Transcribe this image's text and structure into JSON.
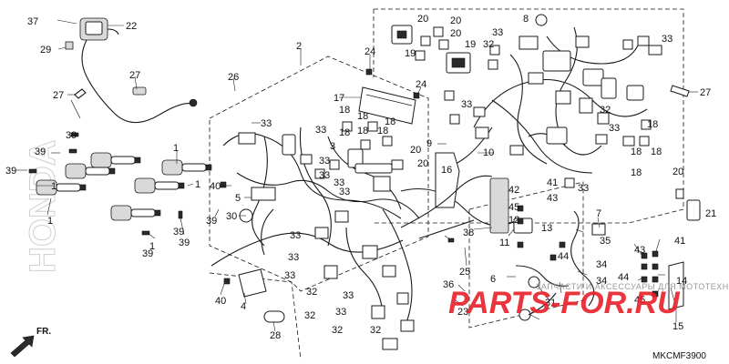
{
  "diagram": {
    "code": "MKCMF3900",
    "direction_label": "FR.",
    "watermark_brand": "HONDA",
    "watermark_site": "PARTS-FOR.RU",
    "watermark_tagline": "ЗАПЧАСТИ И АКСЕССУАРЫ ДЛЯ МОТОТЕХНИКИ"
  },
  "callouts": [
    "37",
    "22",
    "29",
    "2",
    "27",
    "27",
    "26",
    "24",
    "24",
    "17",
    "20",
    "20",
    "19",
    "19",
    "20",
    "33",
    "8",
    "33",
    "32",
    "33",
    "27",
    "33",
    "33",
    "32",
    "18",
    "18",
    "18",
    "9",
    "18",
    "33",
    "20",
    "20",
    "10",
    "18",
    "18",
    "39",
    "39",
    "39",
    "1",
    "1",
    "1",
    "1",
    "1",
    "39",
    "39",
    "39",
    "40",
    "5",
    "30",
    "33",
    "33",
    "33",
    "3",
    "33",
    "16",
    "41",
    "33",
    "42",
    "43",
    "45",
    "13",
    "12",
    "11",
    "7",
    "38",
    "25",
    "21",
    "20",
    "35",
    "34",
    "34",
    "43",
    "44",
    "41",
    "44",
    "14",
    "45",
    "15",
    "6",
    "31",
    "36",
    "23",
    "33",
    "33",
    "33",
    "32",
    "32",
    "33",
    "32",
    "33",
    "40",
    "4",
    "28",
    "32",
    "39",
    "18",
    "18",
    "18",
    "18"
  ]
}
